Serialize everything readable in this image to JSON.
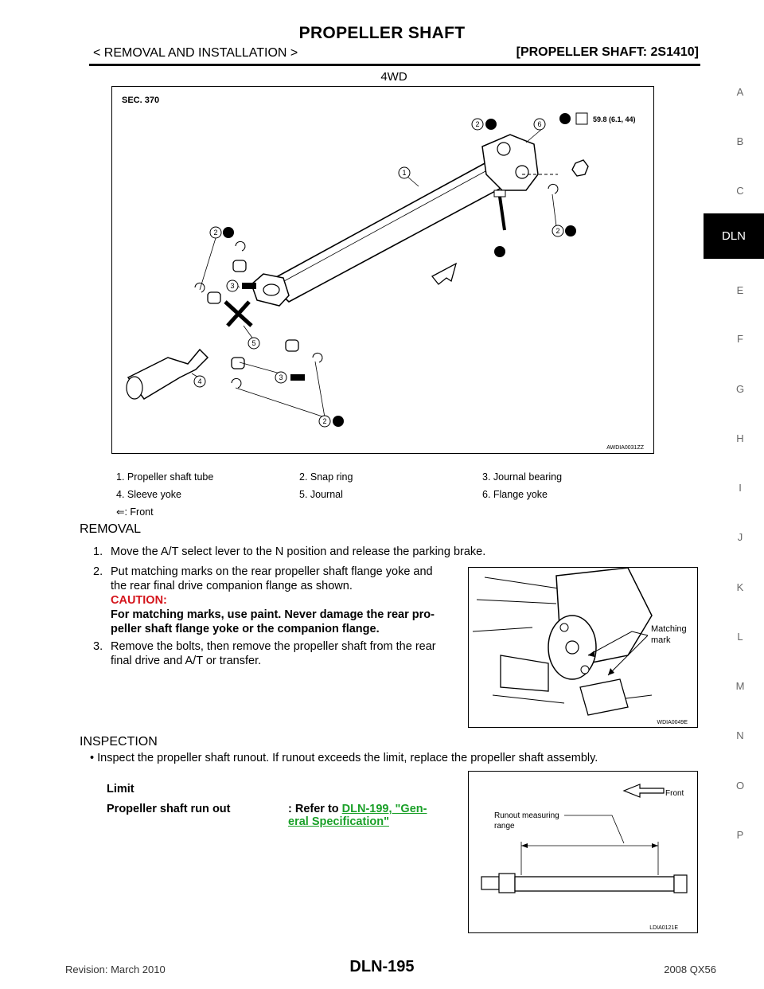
{
  "header": {
    "title": "PROPELLER SHAFT",
    "section": "< REMOVAL AND INSTALLATION >",
    "model": "[PROPELLER SHAFT: 2S1410]"
  },
  "figure_label": "4WD",
  "side_index": {
    "items": [
      "A",
      "B",
      "C",
      "DLN",
      "E",
      "F",
      "G",
      "H",
      "I",
      "J",
      "K",
      "L",
      "M",
      "N",
      "O",
      "P"
    ],
    "active": "DLN"
  },
  "figure1": {
    "sec": "SEC. 370",
    "torque": "59.8 (6.1, 44)",
    "code": "AWDIA0031ZZ",
    "callouts": [
      "1",
      "2",
      "3",
      "4",
      "5",
      "6"
    ]
  },
  "legend": [
    [
      "1.    Propeller shaft tube",
      "2.    Snap ring",
      "3.    Journal bearing"
    ],
    [
      "4.    Sleeve yoke",
      "5.    Journal",
      "6.    Flange yoke"
    ],
    [
      "⇐:    Front"
    ]
  ],
  "removal": {
    "heading": "REMOVAL",
    "steps": [
      {
        "num": "1.",
        "text": "Move the A/T select lever to the N position and release the parking brake."
      },
      {
        "num": "2.",
        "text_l1": "Put matching marks on the rear propeller shaft flange yoke and",
        "text_l2": "the rear final drive companion flange as shown.",
        "caution_h": "CAUTION:",
        "caution_l1": "For matching marks, use paint. Never damage the rear pro-",
        "caution_l2": "peller shaft flange yoke or the companion flange."
      },
      {
        "num": "3.",
        "text_l1": "Remove the bolts, then remove the propeller shaft from the rear",
        "text_l2": "final drive and A/T or transfer."
      }
    ]
  },
  "figure2": {
    "label_l1": "Matching",
    "label_l2": "mark",
    "code": "WDIA0049E"
  },
  "inspection": {
    "heading": "INSPECTION",
    "bullet": "•  Inspect the propeller shaft runout. If runout exceeds the limit, replace the propeller shaft assembly.",
    "limit_h": "Limit",
    "limit_label": "Propeller shaft run out",
    "limit_prefix": ": Refer to ",
    "limit_link_l1": "DLN-199, \"Gen-",
    "limit_link_l2": "eral Specification\""
  },
  "figure3": {
    "front": "Front",
    "range_l1": "Runout measuring",
    "range_l2": "range",
    "code": "LDIA0121E"
  },
  "footer": {
    "revision": "Revision: March 2010",
    "page": "DLN-195",
    "model": "2008 QX56"
  }
}
